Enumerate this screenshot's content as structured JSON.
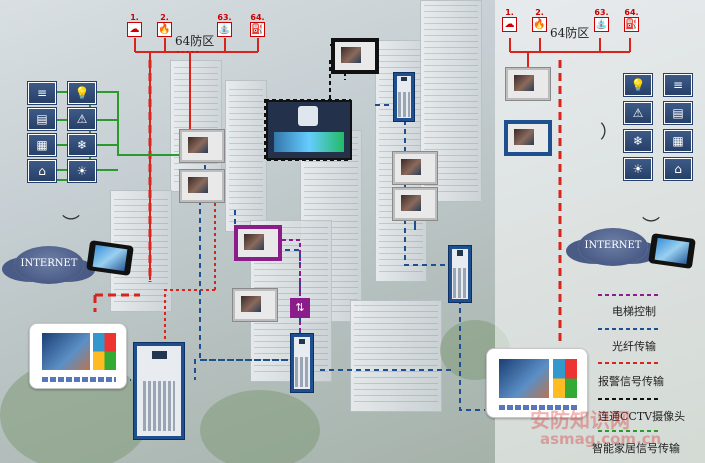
{
  "zones_left": [
    {
      "number": "1.",
      "icon": "smoke-detector-icon",
      "glyph": "☁"
    },
    {
      "number": "2.",
      "icon": "flame-icon",
      "glyph": "🔥"
    },
    {
      "number": "63.",
      "icon": "water-tap-icon",
      "glyph": "⛲"
    },
    {
      "number": "64.",
      "icon": "gas-valve-icon",
      "glyph": "⛽"
    }
  ],
  "zones_right": [
    {
      "number": "1.",
      "icon": "smoke-detector-icon",
      "glyph": "☁"
    },
    {
      "number": "2.",
      "icon": "flame-icon",
      "glyph": "🔥"
    },
    {
      "number": "63.",
      "icon": "water-tap-icon",
      "glyph": "⛲"
    },
    {
      "number": "64.",
      "icon": "gas-valve-icon",
      "glyph": "⛽"
    }
  ],
  "zone_label": "64防区",
  "zone_dots": "·····",
  "sensors_left": [
    "💡",
    "⚠",
    "❄",
    "☀",
    "≡",
    "▤",
    "▦",
    "⌂"
  ],
  "sensors_right": [
    "💡",
    "⚠",
    "❄",
    "☀",
    "≡",
    "▤",
    "▦",
    "⌂"
  ],
  "internet_label": "INTERNET",
  "lift_glyph": "⇅",
  "legend": [
    {
      "label": "电梯控制",
      "color": "#8a1d8a"
    },
    {
      "label": "光纤传输",
      "color": "#1e4f8f"
    },
    {
      "label": "报警信号传输",
      "color": "#d9241c"
    },
    {
      "label": "连通CCTV摄像头",
      "color": "#111111"
    },
    {
      "label": "智能家居信号传输",
      "color": "#2a9a2a"
    }
  ],
  "watermark": {
    "line1": "安防知识网",
    "line2": "asmag.com.cn"
  }
}
